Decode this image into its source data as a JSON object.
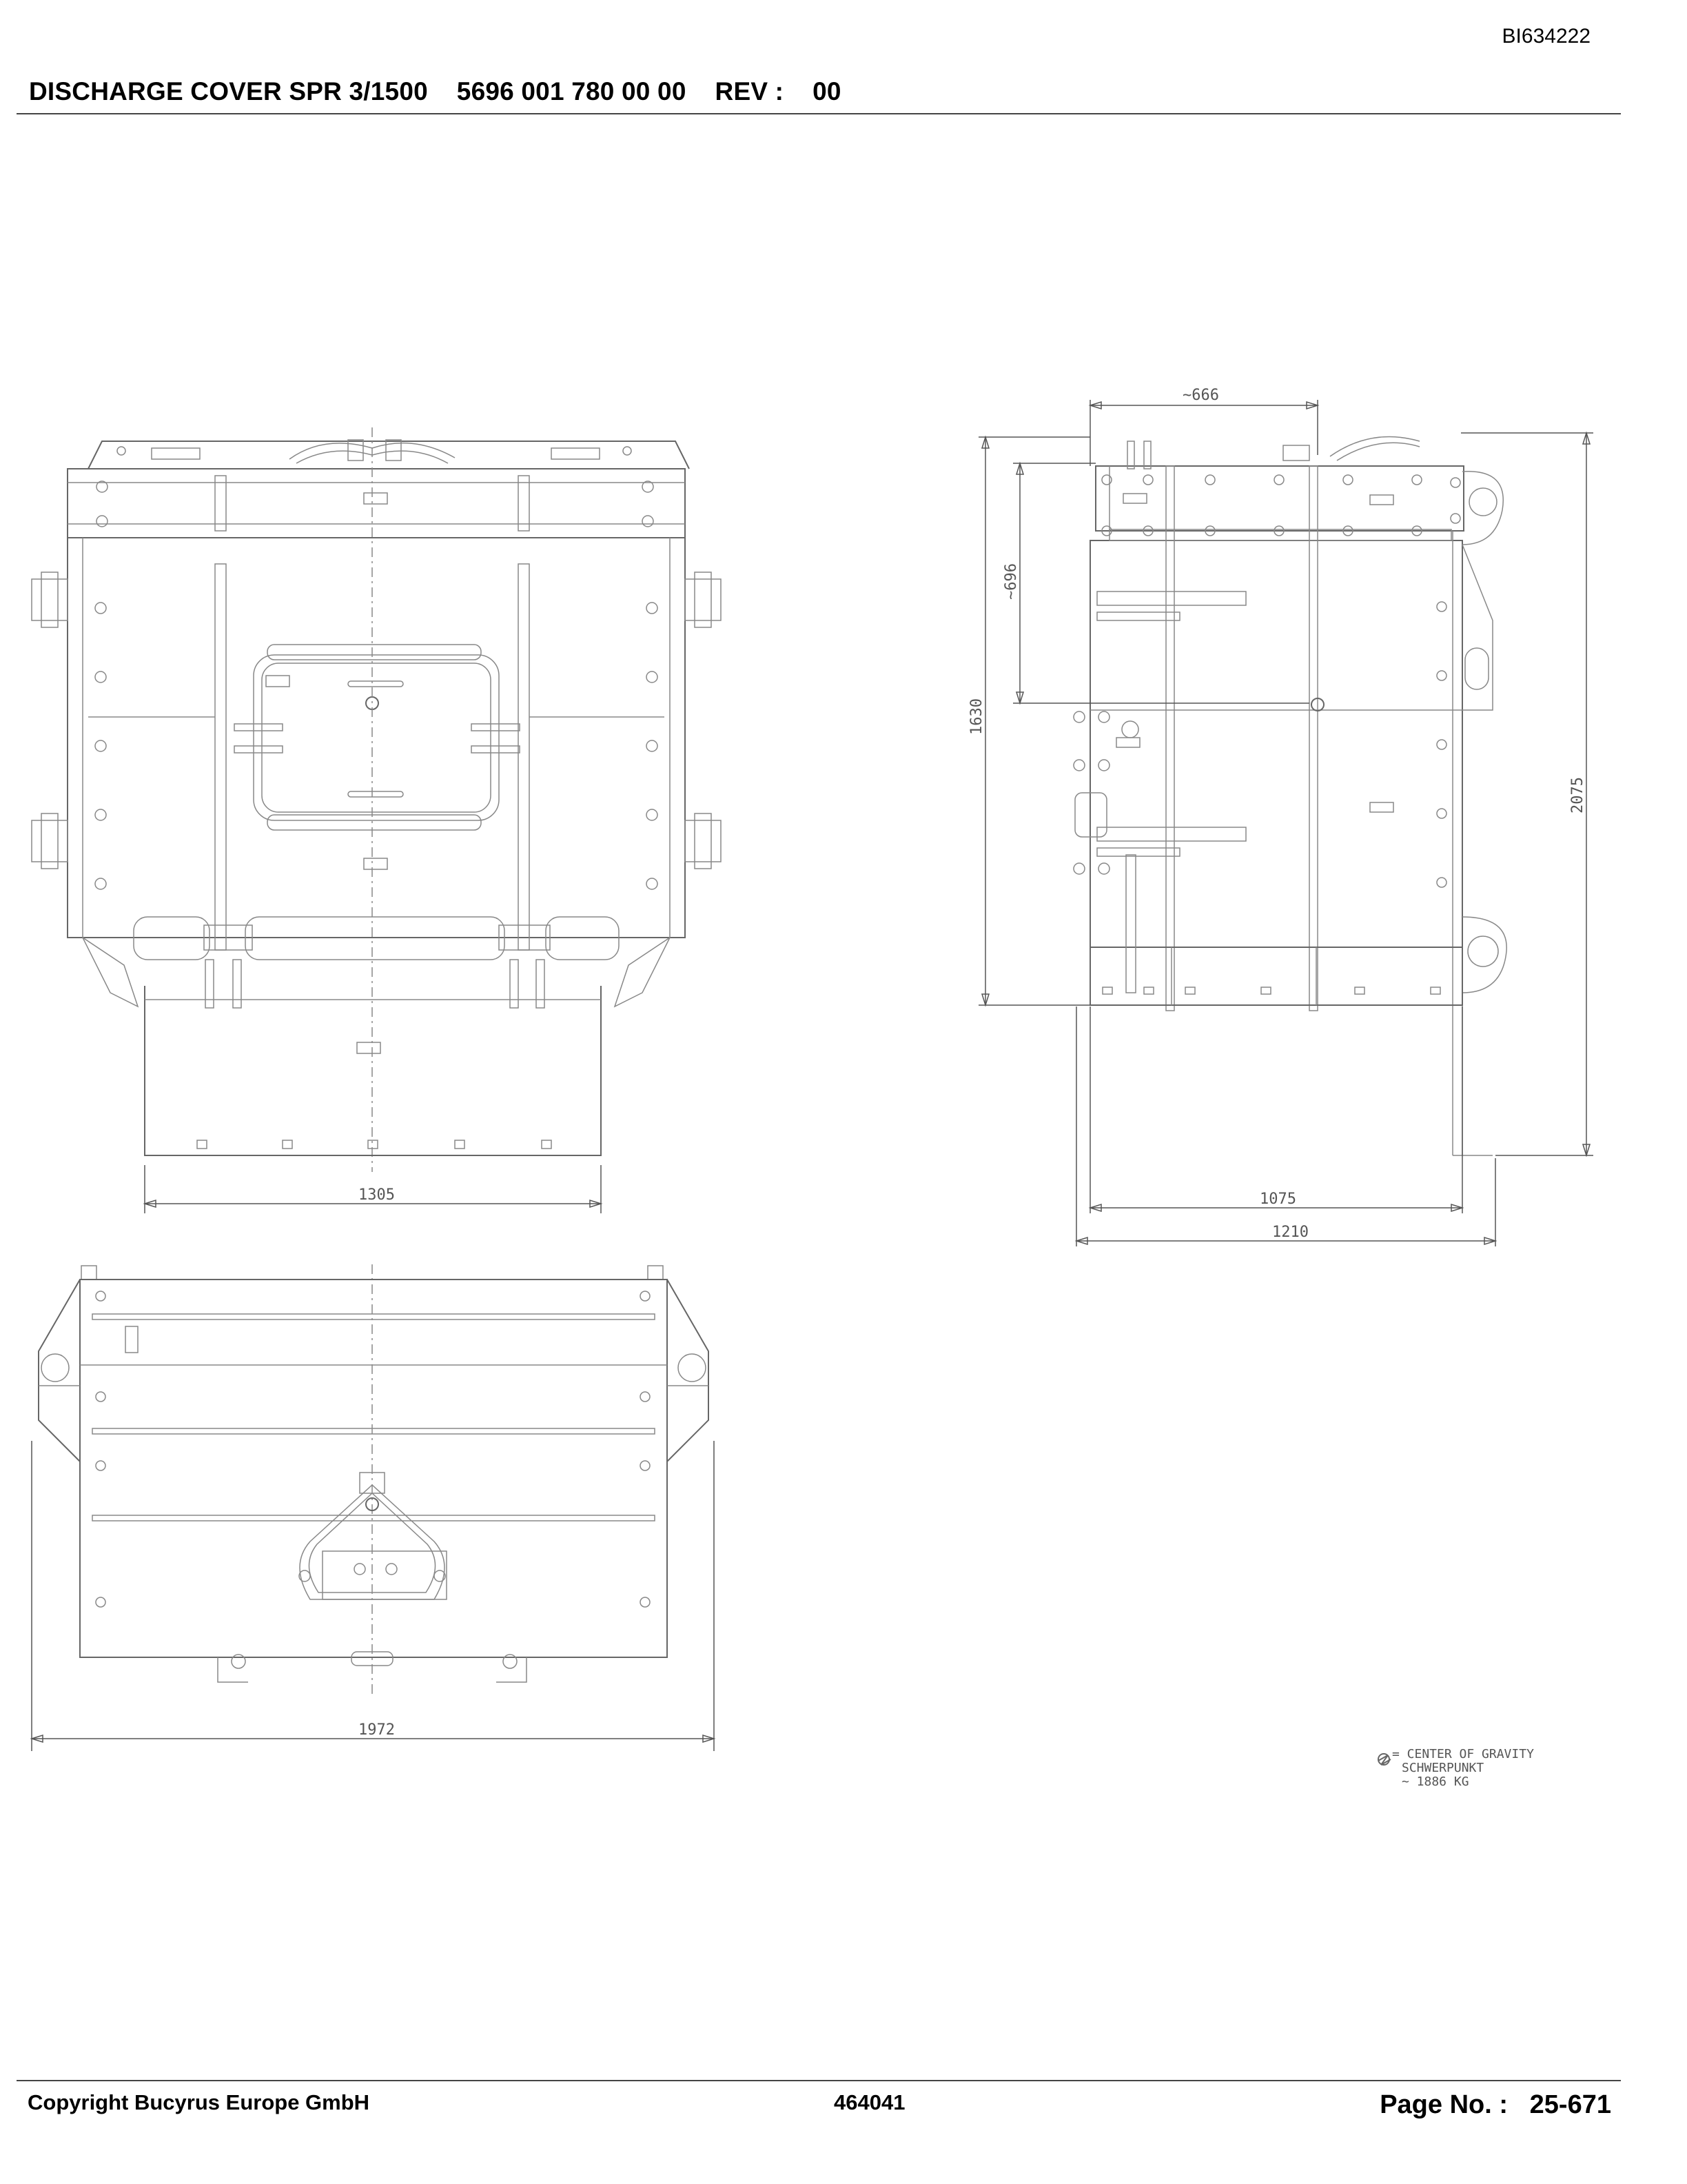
{
  "header": {
    "doc_id": "BI634222",
    "title": "DISCHARGE COVER SPR 3/1500    5696 001 780 00 00    REV :    00"
  },
  "drawing": {
    "dimensions": {
      "front_width": "1305",
      "side_top_width": "~666",
      "side_depth": "~696",
      "side_height_inner": "1630",
      "side_height_total": "2075",
      "side_width_inner": "1075",
      "side_width_total": "1210",
      "bottom_width": "1972"
    },
    "legend": {
      "line1": "= CENTER OF GRAVITY",
      "line2": "SCHWERPUNKT",
      "line3": "~ 1886  KG"
    }
  },
  "footer": {
    "copyright": "Copyright Bucyrus Europe GmbH",
    "number": "464041",
    "page": "Page No. :   25-671"
  }
}
